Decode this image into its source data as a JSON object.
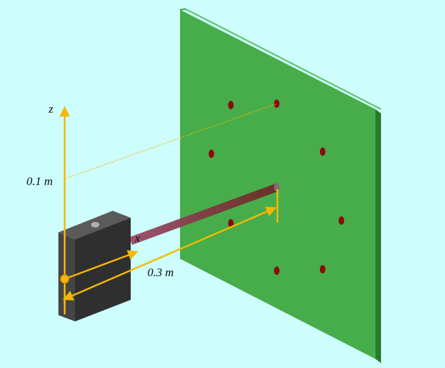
{
  "labels": {
    "z_axis": "z",
    "x_axis": "x",
    "height": "0.1 m",
    "distance": "0.3 m"
  },
  "colors": {
    "background": "#cdfdfd",
    "board_face": "#46ad4a",
    "board_edge": "#2a7a2c",
    "dots": "#8b0a0a",
    "dimension_lines": "#f6b800",
    "beam": "#7a3a3a",
    "device": "#3a3a3a"
  },
  "board": {
    "dot_count": 8
  }
}
